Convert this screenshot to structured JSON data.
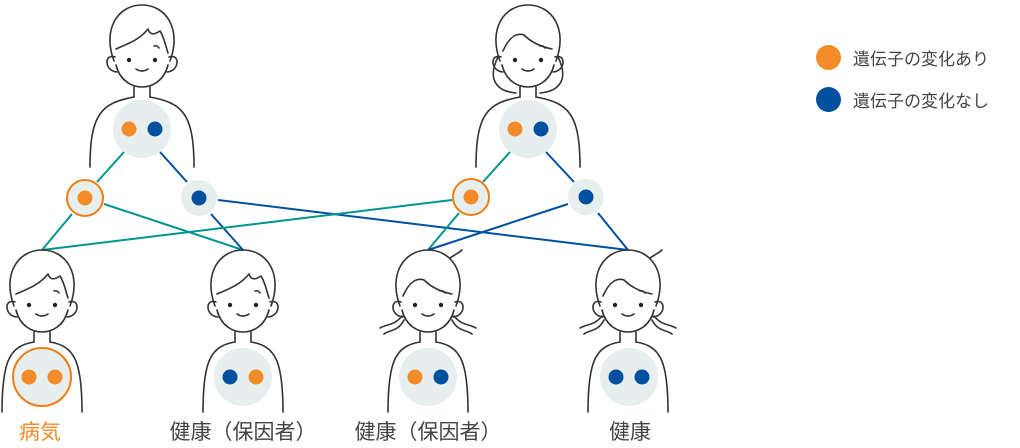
{
  "colors": {
    "changed": "#f28c28",
    "normal": "#0050a0",
    "teal": "#00958f",
    "cell": "#e6efed",
    "affected_text": "#f28c28"
  },
  "legend": [
    {
      "label": "遺伝子の変化あり",
      "color": "#f28c28"
    },
    {
      "label": "遺伝子の変化なし",
      "color": "#0050a0"
    }
  ],
  "children": [
    {
      "label": "病気",
      "genes": [
        "changed",
        "changed"
      ]
    },
    {
      "label": "健康（保因者）",
      "genes": [
        "normal",
        "changed"
      ]
    },
    {
      "label": "健康（保因者）",
      "genes": [
        "changed",
        "normal"
      ]
    },
    {
      "label": "健康",
      "genes": [
        "normal",
        "normal"
      ]
    }
  ],
  "parents": [
    {
      "role": "father",
      "genes": [
        "changed",
        "normal"
      ]
    },
    {
      "role": "mother",
      "genes": [
        "changed",
        "normal"
      ]
    }
  ]
}
